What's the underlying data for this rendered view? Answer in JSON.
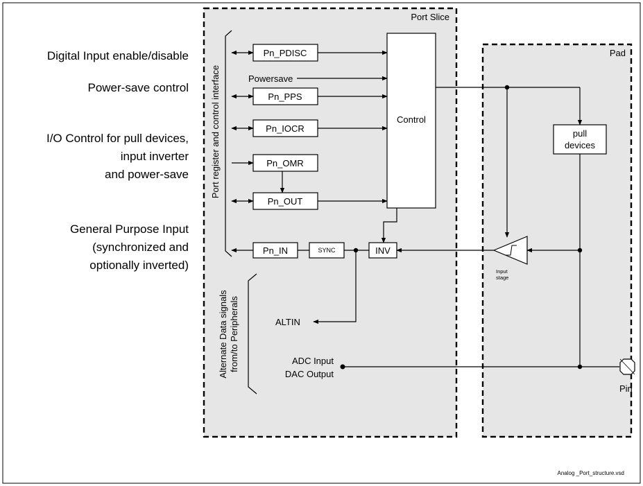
{
  "left_labels": {
    "digital_input": "Digital Input enable/disable",
    "powersave_control": "Power-save control",
    "io_control": [
      "I/O Control for pull devices,",
      "input inverter",
      "and power-save"
    ],
    "gp_input": [
      "General Purpose Input",
      "(synchronized and",
      "optionally  inverted)"
    ]
  },
  "regions": {
    "port_slice": "Port Slice",
    "pad": "Pad"
  },
  "side_labels": {
    "port_register": "Port register and control interface",
    "alternate": [
      "Alternate Data signals",
      "from/to Peripherals"
    ]
  },
  "blocks": {
    "pdisc": "Pn_PDISC",
    "powersave": "Powersave",
    "pps": "Pn_PPS",
    "iocr": "Pn_IOCR",
    "omr": "Pn_OMR",
    "out": "Pn_OUT",
    "in": "Pn_IN",
    "sync": "SYNC",
    "inv": "INV",
    "control": "Control",
    "pull_devices": [
      "pull",
      "devices"
    ]
  },
  "signals": {
    "altin": "ALTIN",
    "adc_input": "ADC Input",
    "dac_output": "DAC Output",
    "input_stage": [
      "Input",
      "stage"
    ],
    "pin": "Pin"
  },
  "footer": "Analog _Port_structure.vsd"
}
